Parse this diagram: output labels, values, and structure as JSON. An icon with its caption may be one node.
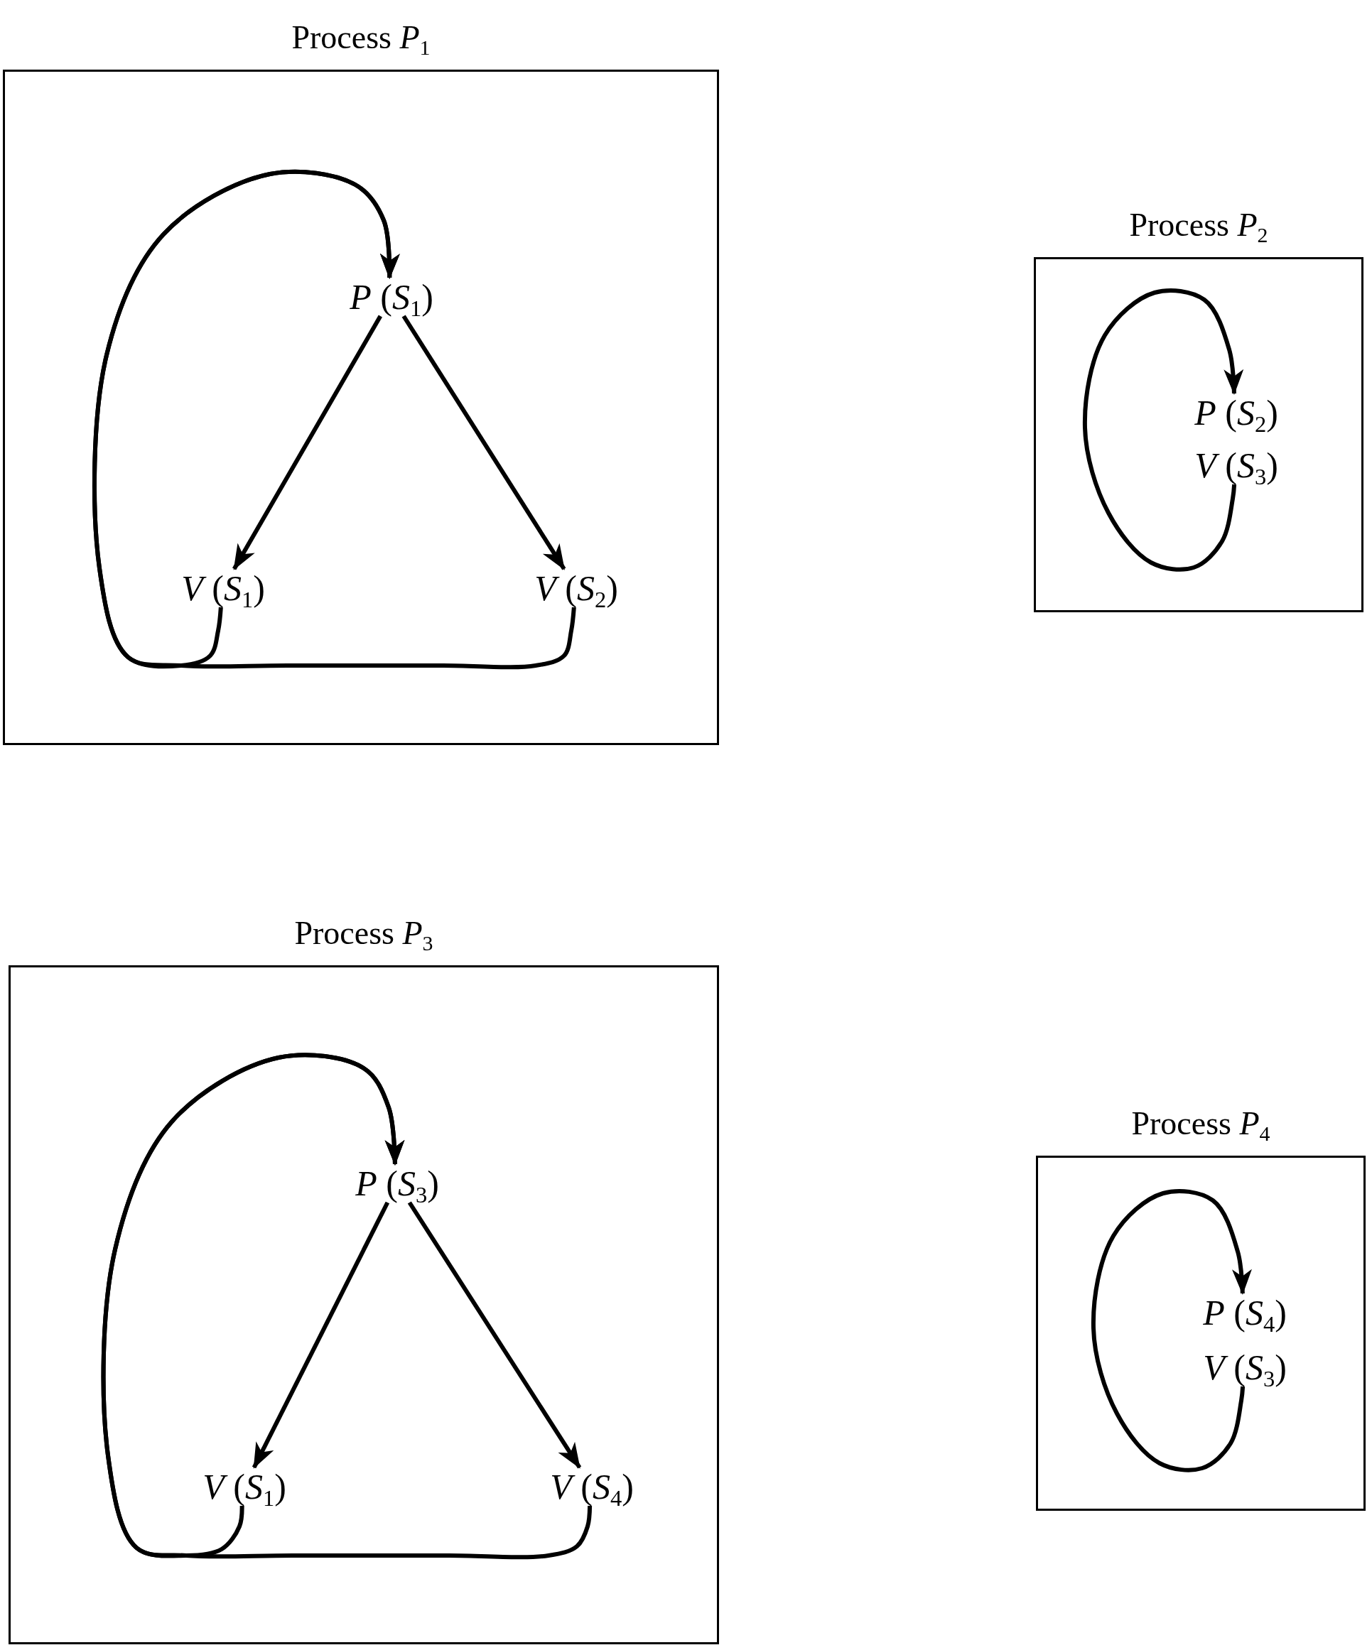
{
  "diagram": {
    "nodes": [
      {
        "text": [
          "Process *P*$_{1}$"
        ]
      },
      {
        "text": [
          "*P* (*S*$_{1}$)"
        ],
        "in": 0
      },
      {
        "text": [
          "*V* (*S*$_{1}$)"
        ],
        "in": 0
      },
      {
        "text": [
          "*V* (*S*$_{2}$)"
        ],
        "in": 0
      },
      {
        "text": [
          "Process *P*$_{2}$"
        ]
      },
      {
        "text": [
          "*P* (*S*$_{2}$)"
        ],
        "in": 4
      },
      {
        "text": [
          "*V* (*S*$_{3}$)"
        ],
        "in": 4
      },
      {
        "text": [
          "Process *P*$_{3}$"
        ]
      },
      {
        "text": [
          "*P* (*S*$_{3}$)"
        ],
        "in": 7
      },
      {
        "text": [
          "*V* (*S*$_{1}$)"
        ],
        "in": 7
      },
      {
        "text": [
          "*V* (*S*$_{4}$)"
        ],
        "in": 7
      },
      {
        "text": [
          "Process *P*$_{4}$"
        ]
      },
      {
        "text": [
          "*P* (*S*$_{4}$)"
        ],
        "in": 11
      },
      {
        "text": [
          "*V* (*S*$_{3}$)"
        ],
        "in": 11
      }
    ],
    "edges": [
      {
        "from": 1,
        "to": 2,
        "arrow": "to"
      },
      {
        "from": 1,
        "to": 3,
        "arrow": "to"
      },
      {
        "from": 2,
        "to": 1,
        "arrow": "to"
      },
      {
        "from": 3,
        "to": 1,
        "arrow": "to"
      },
      {
        "from": 6,
        "to": 5,
        "arrow": "to"
      },
      {
        "from": 8,
        "to": 9,
        "arrow": "to"
      },
      {
        "from": 8,
        "to": 10,
        "arrow": "to"
      },
      {
        "from": 9,
        "to": 8,
        "arrow": "to"
      },
      {
        "from": 10,
        "to": 8,
        "arrow": "to"
      },
      {
        "from": 13,
        "to": 12,
        "arrow": "to"
      }
    ]
  }
}
